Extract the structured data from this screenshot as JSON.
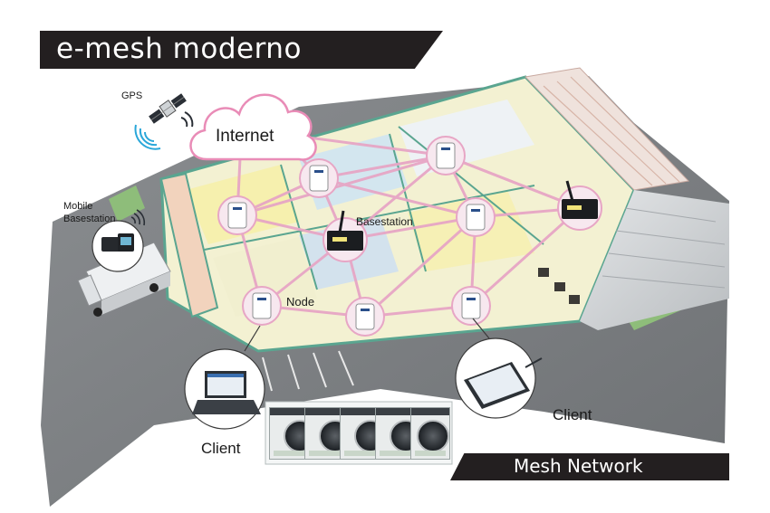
{
  "title": "e-mesh moderno",
  "footer": "Mesh Network",
  "labels": {
    "gps": "GPS",
    "internet": "Internet",
    "mobile_line1": "Mobile",
    "mobile_line2": "Basestation",
    "basestation": "Basestation",
    "node": "Node",
    "client_left": "Client",
    "client_right": "Client"
  },
  "colors": {
    "banner": "#231f20",
    "mesh_link": "#e7a6c5",
    "floor": "#f1f0c9",
    "wall": "#6fb6a3",
    "ground": "#7a7d80",
    "cloud_outline": "#e98cb7"
  },
  "icons": [
    "satellite-icon",
    "cloud-icon",
    "node-device-icon",
    "basestation-router-icon",
    "mobile-basestation-icon",
    "truck-icon",
    "laptop-icon",
    "tablet-icon",
    "dashboard-icon"
  ]
}
